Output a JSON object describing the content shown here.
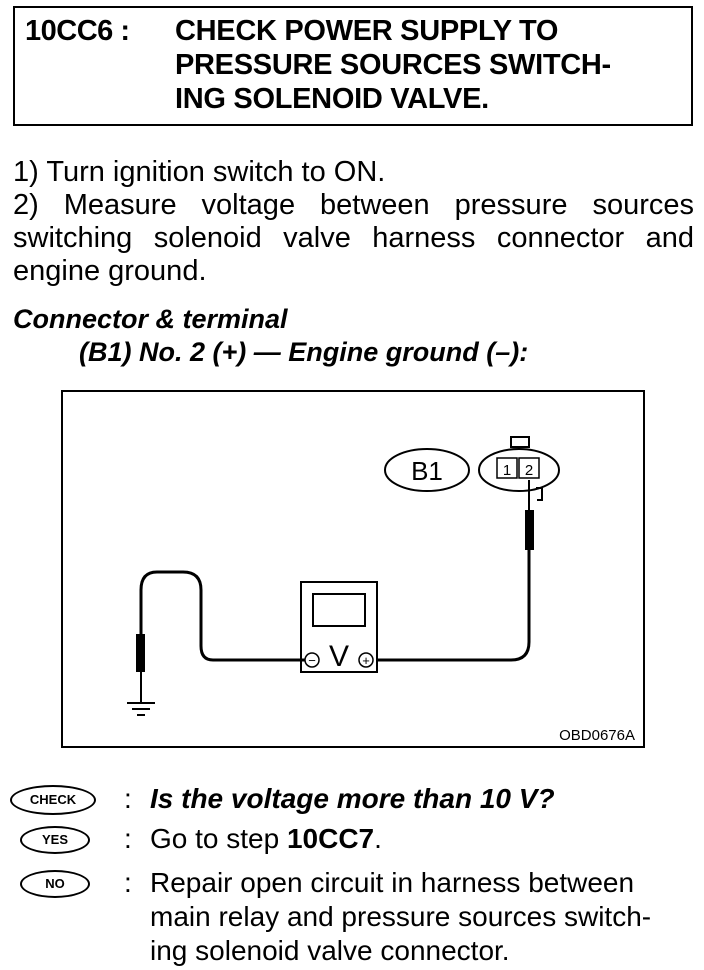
{
  "header": {
    "code": "10CC6 :",
    "title_lines": [
      "CHECK POWER SUPPLY TO",
      "PRESSURE SOURCES SWITCH-",
      "ING SOLENOID VALVE."
    ]
  },
  "instructions": {
    "line1": "1)  Turn ignition switch to ON.",
    "line2": "2)  Measure  voltage  between  pressure  sources",
    "line3": "switching  solenoid  valve  harness  connector  and",
    "line4": "engine ground."
  },
  "connector": {
    "heading": "Connector & terminal",
    "spec": "(B1) No. 2 (+) — Engine ground (–):"
  },
  "diagram": {
    "connector_label": "B1",
    "pin1": "1",
    "pin2": "2",
    "meter_symbol": "V",
    "minus": "−",
    "plus": "+",
    "figure_code": "OBD0676A"
  },
  "check": {
    "badge": "CHECK",
    "colon": ":",
    "text": "Is the voltage more than 10 V?"
  },
  "yes": {
    "badge": "YES",
    "colon": ":",
    "text_prefix": "Go to step ",
    "text_step": "10CC7",
    "text_suffix": "."
  },
  "no": {
    "badge": "NO",
    "colon": ":",
    "line1": "Repair open circuit in harness between",
    "line2": "main relay and pressure sources switch-",
    "line3": "ing solenoid valve connector."
  }
}
